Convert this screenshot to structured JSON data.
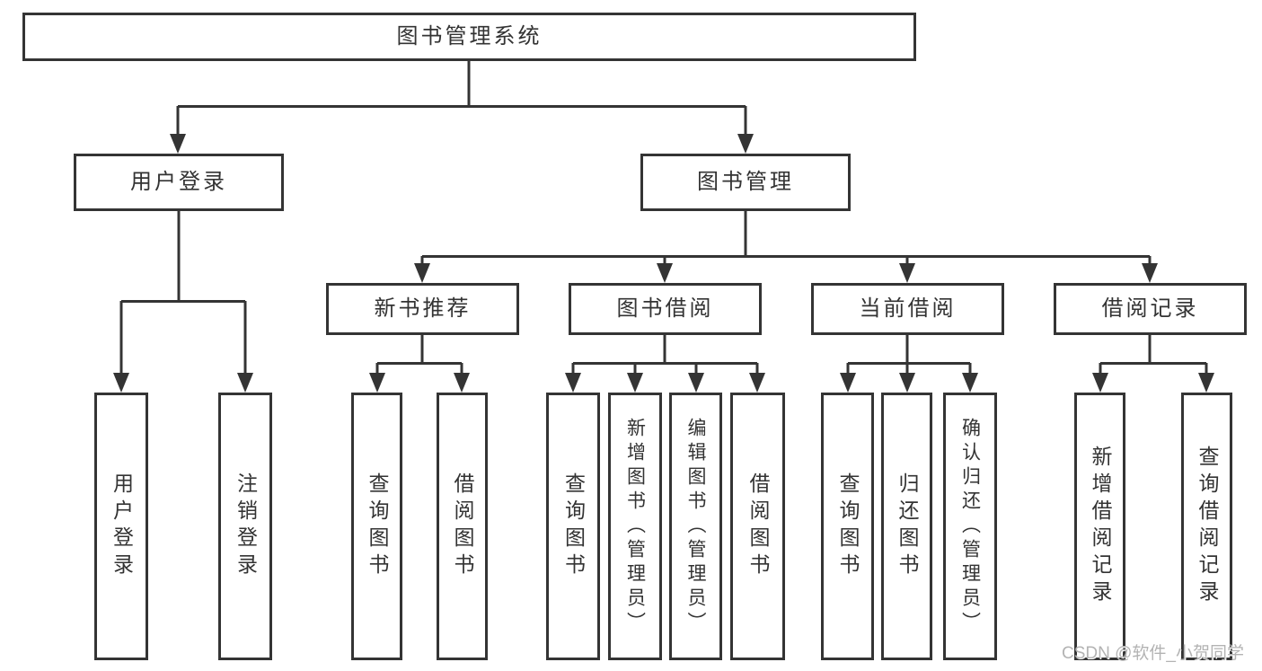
{
  "tree": {
    "root": {
      "label": "图书管理系统"
    },
    "children": [
      {
        "label": "用户登录",
        "children": [
          {
            "label": "用户登录"
          },
          {
            "label": "注销登录"
          }
        ]
      },
      {
        "label": "图书管理",
        "children": [
          {
            "label": "新书推荐",
            "children": [
              {
                "label": "查询图书"
              },
              {
                "label": "借阅图书"
              }
            ]
          },
          {
            "label": "图书借阅",
            "children": [
              {
                "label": "查询图书"
              },
              {
                "label": "新增图书（管理员）"
              },
              {
                "label": "编辑图书（管理员）"
              },
              {
                "label": "借阅图书"
              }
            ]
          },
          {
            "label": "当前借阅",
            "children": [
              {
                "label": "查询图书"
              },
              {
                "label": "归还图书"
              },
              {
                "label": "确认归还（管理员）"
              }
            ]
          },
          {
            "label": "借阅记录",
            "children": [
              {
                "label": "新增借阅记录"
              },
              {
                "label": "查询借阅记录"
              }
            ]
          }
        ]
      }
    ]
  },
  "watermark": "CSDN @软件_小贺同学",
  "colors": {
    "line": "#343434",
    "text": "#333333",
    "watermark": "#b3b3b3",
    "background": "#ffffff"
  }
}
